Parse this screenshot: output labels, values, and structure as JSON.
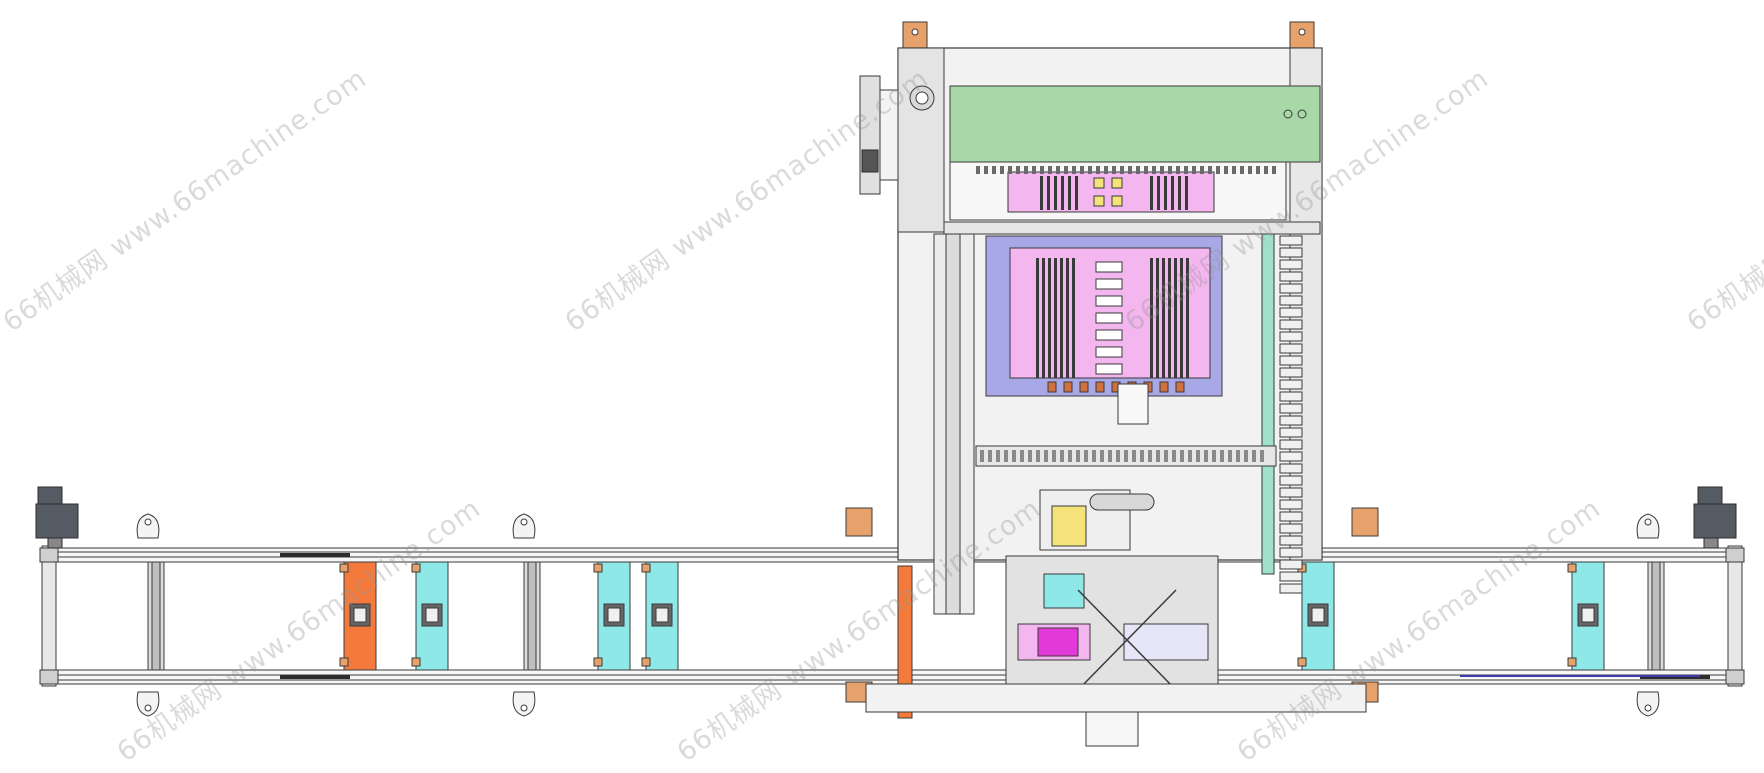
{
  "drawing": {
    "colors": {
      "line": "#3a3a3a",
      "frame_fill": "#eeeeee",
      "panel_green": "#a8d8a8",
      "carrier_pink": "#f4b6ee",
      "plate_lavender": "#a8a8e6",
      "jig_cyan": "#8fe8e8",
      "jig_orange": "#f47a3c",
      "motor_dark": "#555b63",
      "copper": "#e6a26a",
      "magenta": "#e23ad8",
      "rail_dark": "#2c2c2c"
    },
    "conveyor": {
      "jig_colors": [
        "orange",
        "cyan",
        "cyan",
        "cyan",
        "cyan",
        "cyan"
      ]
    }
  },
  "watermark": {
    "text": "66机械网 www.66machine.com"
  }
}
